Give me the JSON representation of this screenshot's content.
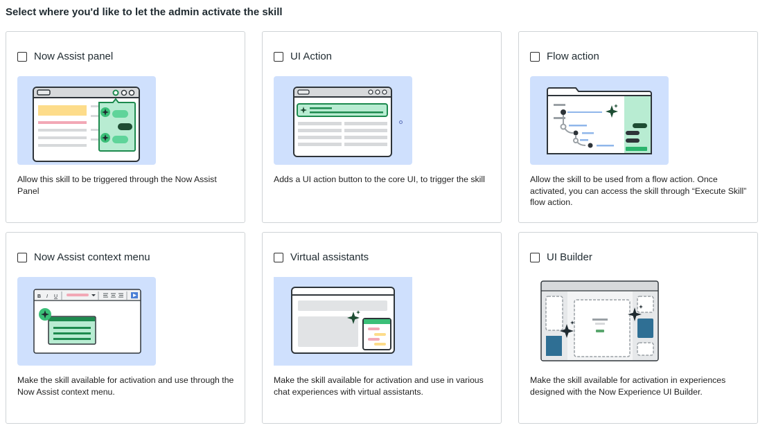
{
  "heading": "Select where you'd like to let the admin activate the skill",
  "colors": {
    "illustration_bg": "#cfe0fd",
    "outline": "#2e3439",
    "green": "#1d8a4e",
    "light_green": "#b8ecd2",
    "yellow": "#fddc8a",
    "pink": "#f2a8b6",
    "gray_bar": "#d7d9db",
    "blue_line": "#8fb6ea",
    "navy": "#2f6f94"
  },
  "options": [
    {
      "label": "Now Assist panel",
      "checked": false,
      "description": "Allow this skill to be triggered through the Now Assist Panel"
    },
    {
      "label": "UI Action",
      "checked": false,
      "description": "Adds a UI action button to the core UI, to trigger the skill"
    },
    {
      "label": "Flow action",
      "checked": false,
      "description": "Allow the skill to be used from a flow action. Once activated, you can access the skill through “Execute Skill” flow action."
    },
    {
      "label": "Now Assist context menu",
      "checked": false,
      "description": "Make the skill available for activation and use through the Now Assist context menu."
    },
    {
      "label": "Virtual assistants",
      "checked": false,
      "description": "Make the skill available for activation and use in various chat experiences with virtual assistants."
    },
    {
      "label": "UI Builder",
      "checked": false,
      "description": "Make the skill available for activation in experiences designed with the Now Experience UI Builder."
    }
  ],
  "editor_toolbar": {
    "bold": "B",
    "italic": "I",
    "underline": "U"
  }
}
